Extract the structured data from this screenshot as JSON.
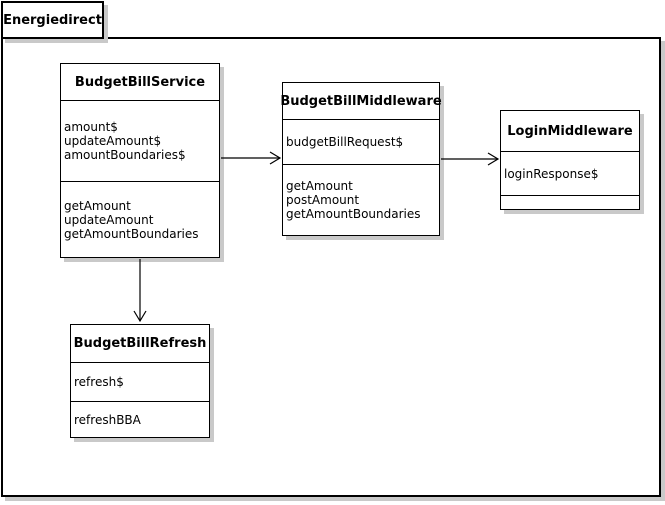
{
  "frame": {
    "title": "Energiedirect"
  },
  "classes": [
    {
      "name": "BudgetBillService",
      "attributes": [
        "amount$",
        "updateAmount$",
        "amountBoundaries$"
      ],
      "methods": [
        "getAmount",
        "updateAmount",
        "getAmountBoundaries"
      ]
    },
    {
      "name": "BudgetBillMiddleware",
      "attributes": [
        "budgetBillRequest$"
      ],
      "methods": [
        "getAmount",
        "postAmount",
        "getAmountBoundaries"
      ]
    },
    {
      "name": "LoginMiddleware",
      "attributes": [
        "loginResponse$"
      ],
      "methods": []
    },
    {
      "name": "BudgetBillRefresh",
      "attributes": [
        "refresh$"
      ],
      "methods": [
        "refreshBBA"
      ]
    }
  ],
  "relations": [
    {
      "from": "BudgetBillService",
      "to": "BudgetBillMiddleware",
      "style": "open-arrow"
    },
    {
      "from": "BudgetBillMiddleware",
      "to": "LoginMiddleware",
      "style": "open-arrow"
    },
    {
      "from": "BudgetBillService",
      "to": "BudgetBillRefresh",
      "style": "open-arrow"
    }
  ],
  "colors": {
    "shape_fill": "#ffffff",
    "shape_border": "#000000",
    "shadow": "#c9c9c9",
    "background": "#ffffff"
  }
}
